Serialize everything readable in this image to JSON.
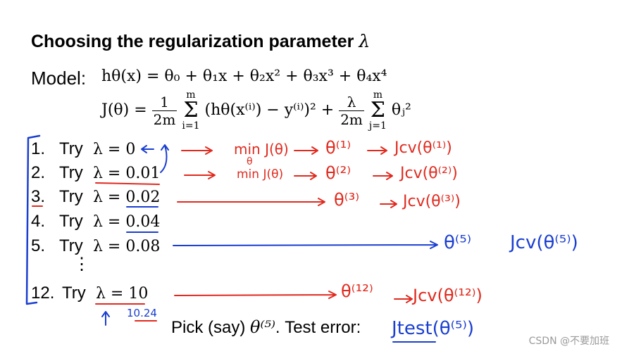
{
  "slide": {
    "title": "Choosing the regularization parameter ",
    "title_symbol": "λ",
    "model_label": "Model:",
    "hypothesis": "hθ(x) = θ₀ + θ₁x + θ₂x² + θ₃x³ + θ₄x⁴",
    "cost": {
      "lhs": "J(θ) = ",
      "frac1_num": "1",
      "frac1_den": "2m",
      "sum_top": "m",
      "sum_bot": "i=1",
      "sum_body": "(hθ(x⁽ⁱ⁾) − y⁽ⁱ⁾)² + ",
      "frac2_num": "λ",
      "frac2_den": "2m",
      "sum2_top": "m",
      "sum2_bot": "j=1",
      "sum2_body": "θⱼ²"
    },
    "tries": [
      {
        "index": "1.",
        "label": "Try",
        "value": "λ = 0"
      },
      {
        "index": "2.",
        "label": "Try",
        "value": "λ = 0.01"
      },
      {
        "index": "3.",
        "label": "Try",
        "value": "λ = 0.02"
      },
      {
        "index": "4.",
        "label": "Try",
        "value": "λ = 0.04"
      },
      {
        "index": "5.",
        "label": "Try",
        "value": "λ = 0.08"
      },
      {
        "index": "12.",
        "label": "Try",
        "value": "λ = 10"
      }
    ],
    "ellipsis": "⋮",
    "pick_prefix": "Pick (say) ",
    "pick_theta": "θ⁽⁵⁾",
    "pick_suffix": ".  Test error:"
  },
  "annotations": {
    "row1": {
      "min": "min J(θ)",
      "theta": "θ⁽¹⁾",
      "jcv": "Jcv(θ⁽¹⁾)"
    },
    "row2": {
      "min": "min J(θ)",
      "theta": "θ⁽²⁾",
      "jcv": "Jcv(θ⁽²⁾)"
    },
    "row3": {
      "theta": "θ⁽³⁾",
      "jcv": "Jcv(θ⁽³⁾)"
    },
    "row5": {
      "theta": "θ⁽⁵⁾",
      "jcv": "Jcv(θ⁽⁵⁾)"
    },
    "row12": {
      "theta": "θ⁽¹²⁾",
      "jcv": "Jcv(θ⁽¹²⁾)"
    },
    "under_min": "θ",
    "scale_note": "10.24",
    "test": "Jtest(θ⁽⁵⁾)",
    "red_color": "#e02a1e",
    "blue_color": "#1a3ed0"
  },
  "watermark": "CSDN @不要加班"
}
